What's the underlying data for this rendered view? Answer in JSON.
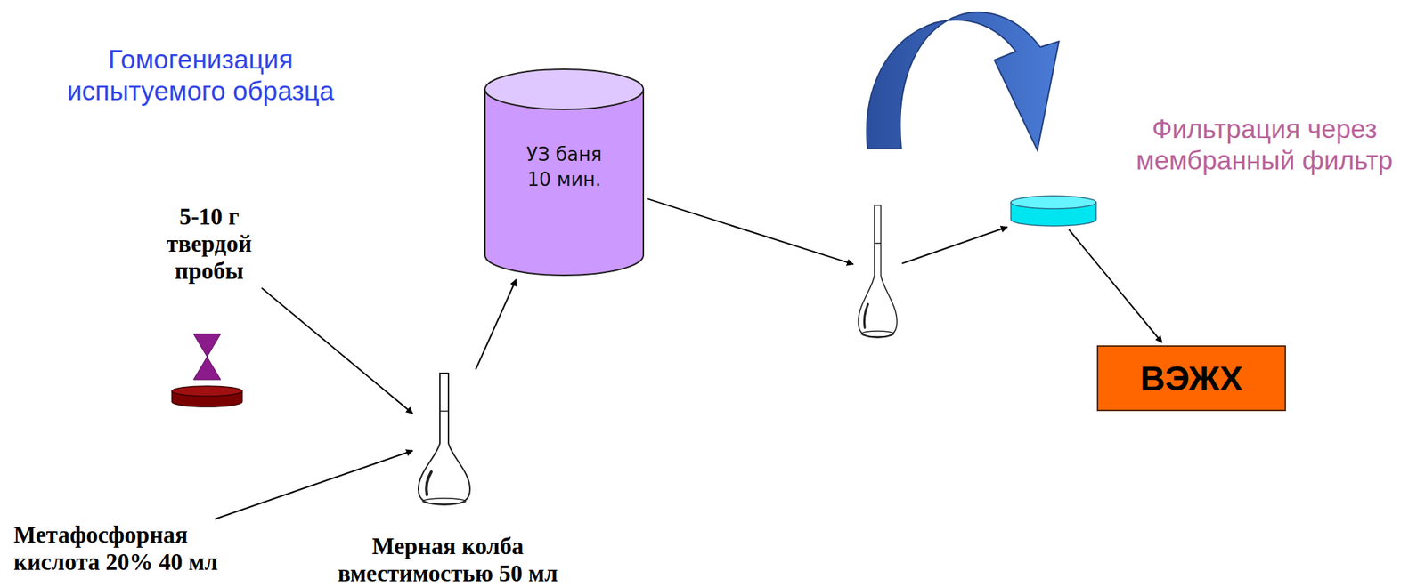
{
  "diagram": {
    "nodes": [
      {
        "text": [
          "5-10 г твердой пробы"
        ]
      },
      {
        "text": [
          "Метафосфорная кислота 20% 40 мл"
        ]
      },
      {
        "text": [
          "Мерная колба вместимостью 50 мл"
        ]
      },
      {
        "text": [
          "УЗ баня 10 мин."
        ]
      },
      {
        "text": []
      },
      {
        "text": [
          "Фильтрация через мембранный фильтр"
        ]
      },
      {
        "text": [
          "ВЭЖХ"
        ]
      }
    ],
    "edges": [
      {
        "from": 0,
        "to": 2,
        "arrow": "to"
      },
      {
        "from": 1,
        "to": 2,
        "arrow": "to"
      },
      {
        "from": 2,
        "to": 3,
        "arrow": "to"
      },
      {
        "from": 3,
        "to": 4,
        "arrow": "to"
      },
      {
        "from": 4,
        "to": 5,
        "arrow": "to"
      },
      {
        "from": 5,
        "to": 6,
        "arrow": "to"
      }
    ],
    "labels": [
      "Гомогенизация испытуемого образца"
    ]
  }
}
